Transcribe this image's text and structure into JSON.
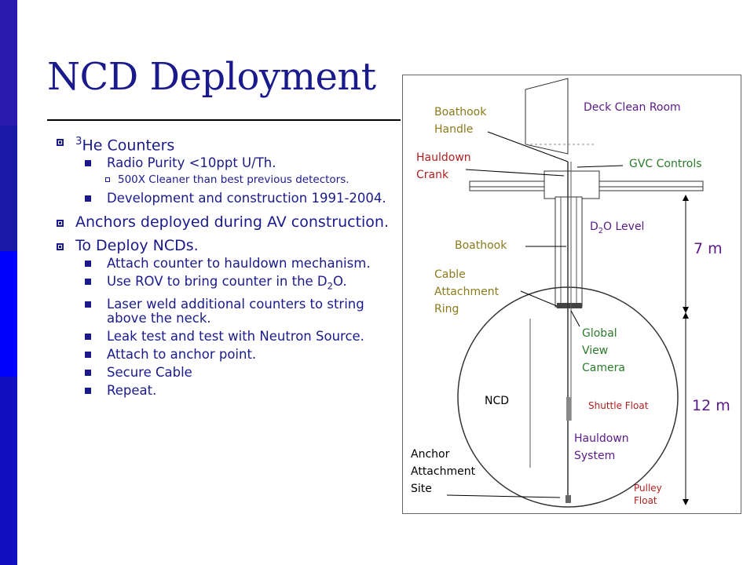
{
  "title": "NCD Deployment",
  "colors": {
    "sidebar": [
      "#2a1ab0",
      "#1a1aa8",
      "#0000ff",
      "#1010c0"
    ],
    "title": "#1a1a8c"
  },
  "bullets": {
    "he3": {
      "sup": "3",
      "text": "He Counters"
    },
    "radio_purity": "Radio Purity <10ppt U/Th.",
    "cleaner": "500X Cleaner than best previous detectors.",
    "development": "Development and construction 1991-2004.",
    "anchors": "Anchors deployed during AV construction.",
    "to_deploy": "To Deploy NCDs.",
    "attach_counter": "Attach counter to hauldown mechanism.",
    "use_rov": {
      "pre": "Use ROV to bring counter in the D",
      "sub": "2",
      "post": "O."
    },
    "laser_weld": "Laser weld additional counters to string above the neck.",
    "leak_test": "Leak test and test with Neutron Source.",
    "attach_anchor": "Attach to anchor point.",
    "secure_cable": "Secure Cable",
    "repeat": "Repeat."
  },
  "diagram": {
    "boathook_handle": [
      "Boathook",
      "Handle"
    ],
    "deck_clean_room": "Deck Clean Room",
    "hauldown_crank": [
      "Hauldown",
      "Crank"
    ],
    "gvc_controls": "GVC Controls",
    "d2o_level": {
      "pre": "D",
      "sub": "2",
      "post": "O Level"
    },
    "boathook": "Boathook",
    "cable_ring": [
      "Cable",
      "Attachment",
      "Ring"
    ],
    "global_view_camera": [
      "Global",
      "View",
      "Camera"
    ],
    "ncd": "NCD",
    "shuttle_float": "Shuttle Float",
    "hauldown_system": [
      "Hauldown",
      "System"
    ],
    "anchor_site": [
      "Anchor",
      "Attachment",
      "Site"
    ],
    "pulley_float": [
      "Pulley",
      "Float"
    ]
  },
  "measurements": {
    "upper": "7 m",
    "lower": "12 m"
  }
}
